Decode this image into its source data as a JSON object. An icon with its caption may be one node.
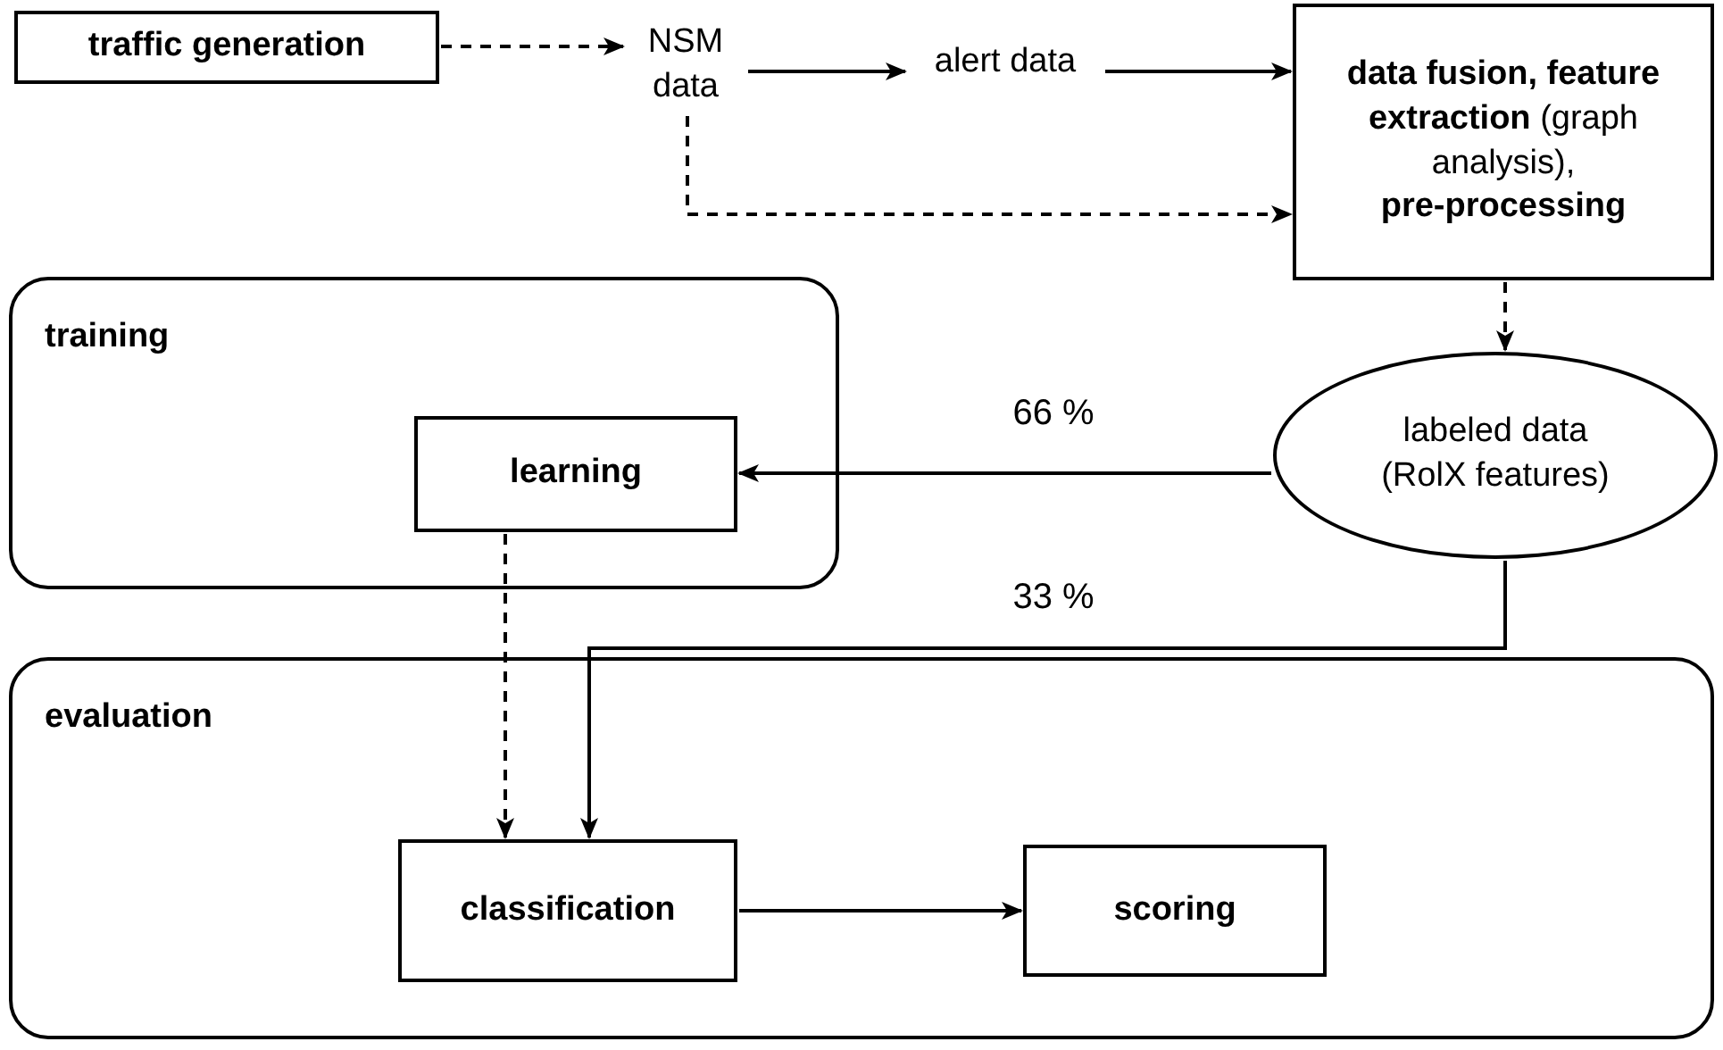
{
  "diagram": {
    "nodes": [
      {
        "text": [
          "traffic generation"
        ]
      },
      {
        "text": [
          "NSM data"
        ]
      },
      {
        "text": [
          "alert data"
        ]
      },
      {
        "text": [
          "**data fusion, feature extraction** (graph analysis), **pre-processing**"
        ]
      },
      {
        "text": [
          "training"
        ]
      },
      {
        "text": [
          "learning"
        ],
        "in": 4
      },
      {
        "text": [
          "labeled data (RolX features)"
        ]
      },
      {
        "text": [
          "evaluation"
        ]
      },
      {
        "text": [
          "classification"
        ],
        "in": 7
      },
      {
        "text": [
          "scoring"
        ],
        "in": 7
      }
    ],
    "edges": [
      {
        "from": 0,
        "to": 1,
        "arrow": "to",
        "style": "dashed"
      },
      {
        "from": 1,
        "to": 2,
        "arrow": "to"
      },
      {
        "from": 2,
        "to": 3,
        "arrow": "to"
      },
      {
        "from": 1,
        "to": 3,
        "arrow": "to",
        "style": "dashed"
      },
      {
        "from": 3,
        "to": 6,
        "arrow": "to",
        "style": "dashed"
      },
      {
        "from": 6,
        "to": 5,
        "arrow": "to",
        "label": "66 %"
      },
      {
        "from": 6,
        "to": 8,
        "arrow": "to",
        "label": "33 %"
      },
      {
        "from": 5,
        "to": 8,
        "arrow": "to",
        "style": "dashed"
      },
      {
        "from": 8,
        "to": 9,
        "arrow": "to"
      }
    ]
  }
}
